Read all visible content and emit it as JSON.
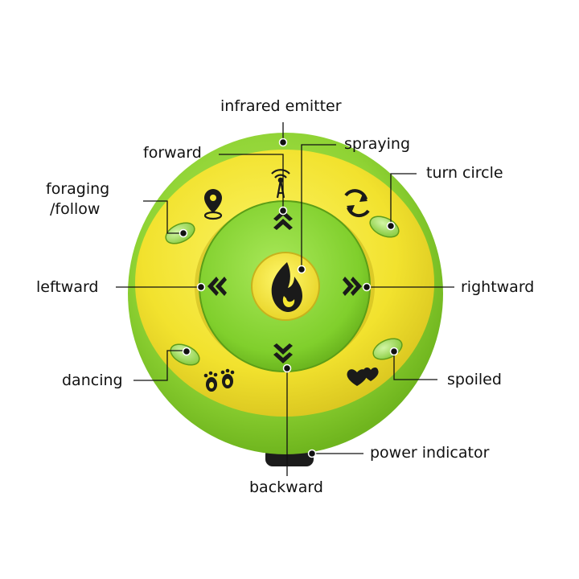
{
  "labels": {
    "infrared_emitter": "infrared emitter",
    "forward": "forward",
    "spraying": "spraying",
    "turn_circle": "turn circle",
    "foraging_line1": "foraging",
    "foraging_line2": "/follow",
    "leftward": "leftward",
    "rightward": "rightward",
    "dancing": "dancing",
    "spoiled": "spoiled",
    "power_indicator": "power indicator",
    "backward": "backward"
  },
  "colors": {
    "outer_green": "#8fd334",
    "yellow": "#f3e531",
    "inner_green": "#83d32b",
    "button_green": "#a6e36a",
    "icon": "#1a1a1a",
    "leader_line": "#111111"
  },
  "icons": [
    "antenna-icon",
    "location-pin-icon",
    "rotate-icon",
    "chevron-up-icon",
    "chevron-down-icon",
    "chevron-left-icon",
    "chevron-right-icon",
    "flame-icon",
    "footprints-icon",
    "hearts-icon"
  ]
}
